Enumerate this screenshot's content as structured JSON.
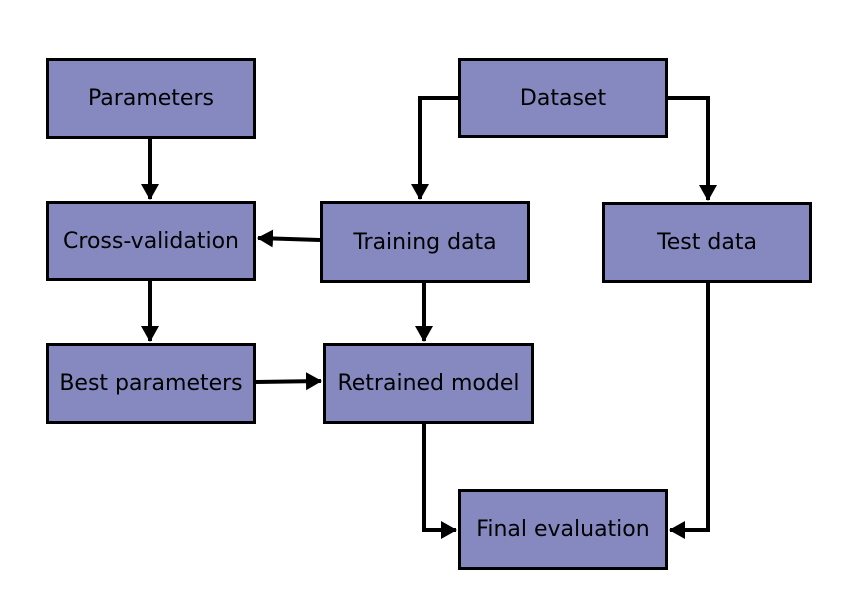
{
  "diagram": {
    "colors": {
      "node_fill": "#8689c0",
      "node_border": "#000000",
      "edge": "#000000",
      "text": "#000000",
      "background": "#ffffff"
    },
    "nodes": {
      "parameters": "Parameters",
      "dataset": "Dataset",
      "cross_validation": "Cross-validation",
      "training_data": "Training data",
      "test_data": "Test data",
      "best_parameters": "Best parameters",
      "retrained_model": "Retrained model",
      "final_evaluation": "Final evaluation"
    },
    "edges": [
      {
        "from": "Parameters",
        "to": "Cross-validation"
      },
      {
        "from": "Dataset",
        "to": "Training data"
      },
      {
        "from": "Dataset",
        "to": "Test data"
      },
      {
        "from": "Training data",
        "to": "Cross-validation"
      },
      {
        "from": "Cross-validation",
        "to": "Best parameters"
      },
      {
        "from": "Training data",
        "to": "Retrained model"
      },
      {
        "from": "Best parameters",
        "to": "Retrained model"
      },
      {
        "from": "Retrained model",
        "to": "Final evaluation"
      },
      {
        "from": "Test data",
        "to": "Final evaluation"
      }
    ]
  }
}
